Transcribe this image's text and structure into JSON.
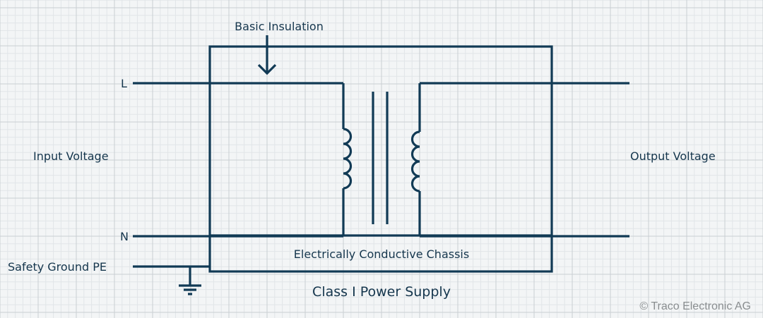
{
  "diagram": {
    "title": "Class I Power Supply",
    "labels": {
      "basic_insulation": "Basic Insulation",
      "line": "L",
      "neutral": "N",
      "input_voltage": "Input Voltage",
      "output_voltage": "Output Voltage",
      "safety_ground": "Safety Ground PE",
      "chassis": "Electrically Conductive Chassis",
      "title": "Class I Power Supply"
    },
    "copyright": "© Traco Electronic AG",
    "components": [
      "enclosure",
      "transformer-primary-coil",
      "transformer-core",
      "transformer-secondary-coil",
      "ground-symbol",
      "insulation-arrow"
    ],
    "colors": {
      "wire": "#113a55",
      "text": "#15364d",
      "background": "#f3f5f6",
      "grid_minor": "#e1e5e8",
      "grid_major": "#c9cfd3",
      "copyright": "#8a8e90"
    }
  }
}
